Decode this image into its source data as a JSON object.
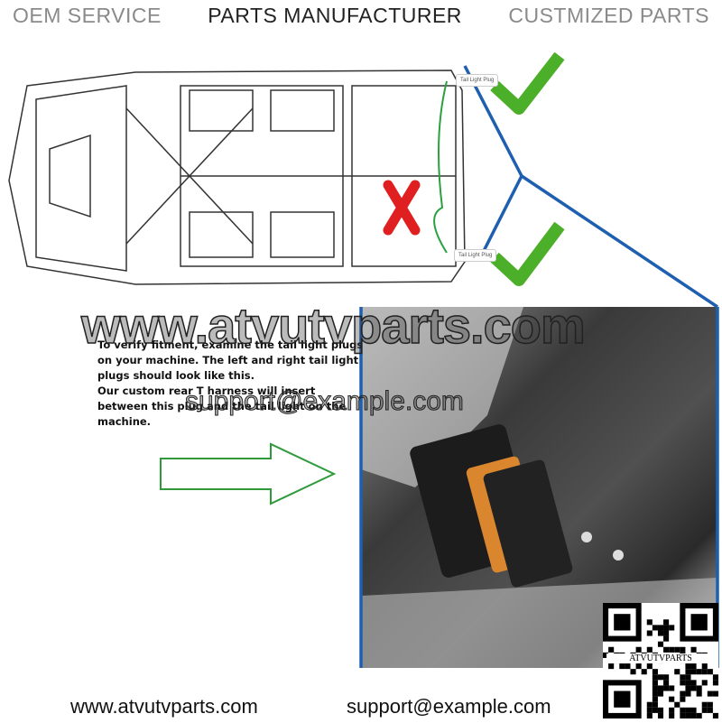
{
  "header": {
    "items": [
      "OEM SERVICE",
      "PARTS MANUFACTURER",
      "CUSTMIZED PARTS"
    ]
  },
  "diagram": {
    "top_label": "Tail Light Plug",
    "bottom_label": "Tail Light Plug"
  },
  "watermark": {
    "url": "www.atvutvparts.com",
    "email": "support@example.com"
  },
  "description": [
    "To verify fitment, examine the tail light plugs on your machine. The left and right tail light plugs should look like this.",
    "Our custom rear T harness will insert between this plug and the tail light on the machine."
  ],
  "qr": {
    "label": "ATVUTVPARTS"
  },
  "footer": {
    "url": "www.atvutvparts.com",
    "email": "support@example.com"
  },
  "colors": {
    "check": "#4caf2a",
    "cross": "#e02020",
    "line": "#1f5fb0",
    "wire": "#2aa040",
    "arrow": "#2e9a3a"
  }
}
